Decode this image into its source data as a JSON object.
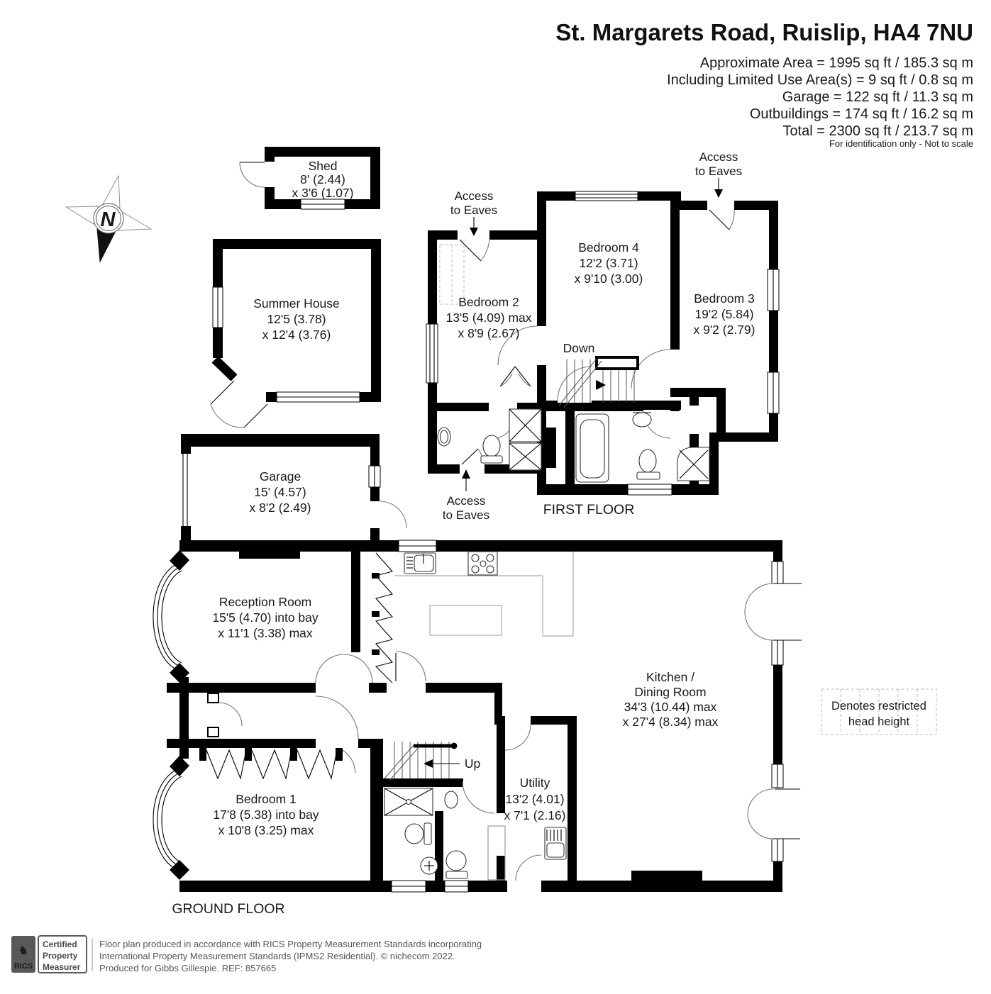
{
  "header": {
    "title": "St. Margarets Road, Ruislip, HA4 7NU",
    "areas": [
      "Approximate Area = 1995 sq ft / 185.3 sq m",
      "Including Limited Use Area(s) = 9 sq ft / 0.8 sq m",
      "Garage = 122 sq ft / 11.3 sq m",
      "Outbuildings = 174 sq ft / 16.2 sq m",
      "Total = 2300 sq ft / 213.7 sq m"
    ],
    "note": "For identification only - Not to scale"
  },
  "compass": {
    "north": "N"
  },
  "labels": {
    "access_line1": "Access",
    "access_line2": "to Eaves",
    "down": "Down",
    "up": "Up",
    "first_floor": "FIRST FLOOR",
    "ground_floor": "GROUND FLOOR",
    "legend_line1": "Denotes restricted",
    "legend_line2": "head height"
  },
  "rooms": {
    "shed": {
      "name": "Shed",
      "dim1": "8' (2.44)",
      "dim2": "x 3'6 (1.07)"
    },
    "summer_house": {
      "name": "Summer House",
      "dim1": "12'5 (3.78)",
      "dim2": "x 12'4 (3.76)"
    },
    "bedroom2": {
      "name": "Bedroom 2",
      "dim1": "13'5 (4.09) max",
      "dim2": "x 8'9 (2.67)"
    },
    "bedroom4": {
      "name": "Bedroom 4",
      "dim1": "12'2 (3.71)",
      "dim2": "x 9'10 (3.00)"
    },
    "bedroom3": {
      "name": "Bedroom 3",
      "dim1": "19'2 (5.84)",
      "dim2": "x 9'2 (2.79)"
    },
    "garage": {
      "name": "Garage",
      "dim1": "15' (4.57)",
      "dim2": "x 8'2 (2.49)"
    },
    "reception": {
      "name": "Reception Room",
      "dim1": "15'5 (4.70) into bay",
      "dim2": "x 11'1 (3.38) max"
    },
    "kitchen": {
      "name": "Kitchen /",
      "name2": "Dining Room",
      "dim1": "34'3 (10.44) max",
      "dim2": "x 27'4 (8.34) max"
    },
    "bedroom1": {
      "name": "Bedroom 1",
      "dim1": "17'8 (5.38) into bay",
      "dim2": "x 10'8 (3.25) max"
    },
    "utility": {
      "name": "Utility",
      "dim1": "13'2 (4.01)",
      "dim2": "x 7'1 (2.16)"
    }
  },
  "footer": {
    "rics": "RICS",
    "cert_line1": "Certified",
    "cert_line2": "Property",
    "cert_line3": "Measurer",
    "line1": "Floor plan produced in accordance with RICS Property Measurement Standards incorporating",
    "line2": "International Property Measurement Standards (IPMS2 Residential).   © nichecom 2022.",
    "line3": "Produced for Gibbs Gillespie.   REF: 857665"
  }
}
